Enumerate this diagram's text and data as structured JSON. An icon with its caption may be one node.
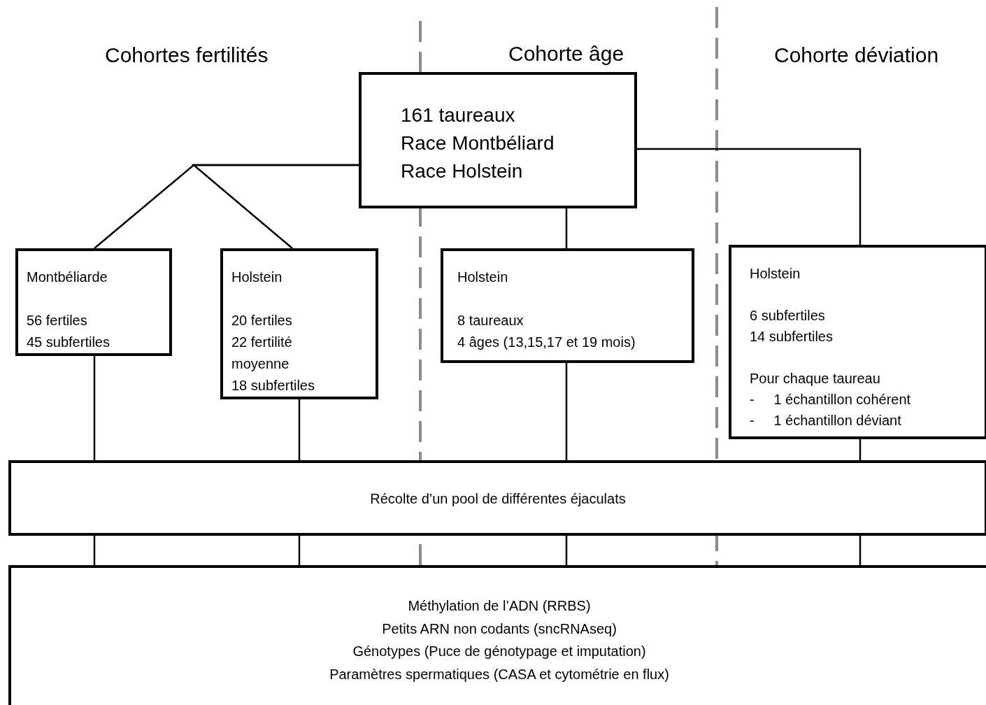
{
  "diagram": {
    "nodes": [
      {
        "text": [
          "161 taureaux",
          "Race Montbéliard",
          "Race Holstein"
        ]
      },
      {
        "text": [
          "Montbéliarde",
          "56 fertiles",
          "45 subfertiles"
        ]
      },
      {
        "text": [
          "Holstein",
          "20 fertiles",
          "22 fertilité moyenne",
          "18 subfertiles"
        ]
      },
      {
        "text": [
          "Holstein",
          "8 taureaux",
          "4 âges (13,15,17 et 19 mois)"
        ]
      },
      {
        "text": [
          "Holstein",
          "6 subfertiles",
          "14 subfertiles",
          "Pour chaque taureau",
          "-     1 échantillon cohérent",
          "-     1 échantillon déviant"
        ]
      },
      {
        "text": [
          "Récolte d’un pool de différentes éjaculats"
        ]
      },
      {
        "text": [
          "Méthylation de l’ADN (RRBS)",
          "Petits ARN non codants (sncRNAseq)",
          "Génotypes (Puce de génotypage et imputation)",
          "Paramètres spermatiques (CASA et cytométrie en flux)"
        ]
      }
    ],
    "edges": [
      {
        "from": 0,
        "to": 1,
        "arrow": "none"
      },
      {
        "from": 0,
        "to": 2,
        "arrow": "none"
      },
      {
        "from": 0,
        "to": 3,
        "arrow": "none"
      },
      {
        "from": 0,
        "to": 4,
        "arrow": "none"
      },
      {
        "from": 1,
        "to": 5,
        "arrow": "none"
      },
      {
        "from": 2,
        "to": 5,
        "arrow": "none"
      },
      {
        "from": 3,
        "to": 5,
        "arrow": "none"
      },
      {
        "from": 4,
        "to": 5,
        "arrow": "none"
      },
      {
        "from": 5,
        "to": 6,
        "arrow": "none"
      },
      {
        "from": 5,
        "to": 6,
        "arrow": "none"
      },
      {
        "from": 5,
        "to": 6,
        "arrow": "none"
      },
      {
        "from": 5,
        "to": 6,
        "arrow": "none"
      }
    ],
    "labels": [
      "Cohortes fertilités",
      "Cohorte âge",
      "Cohorte déviation"
    ]
  }
}
